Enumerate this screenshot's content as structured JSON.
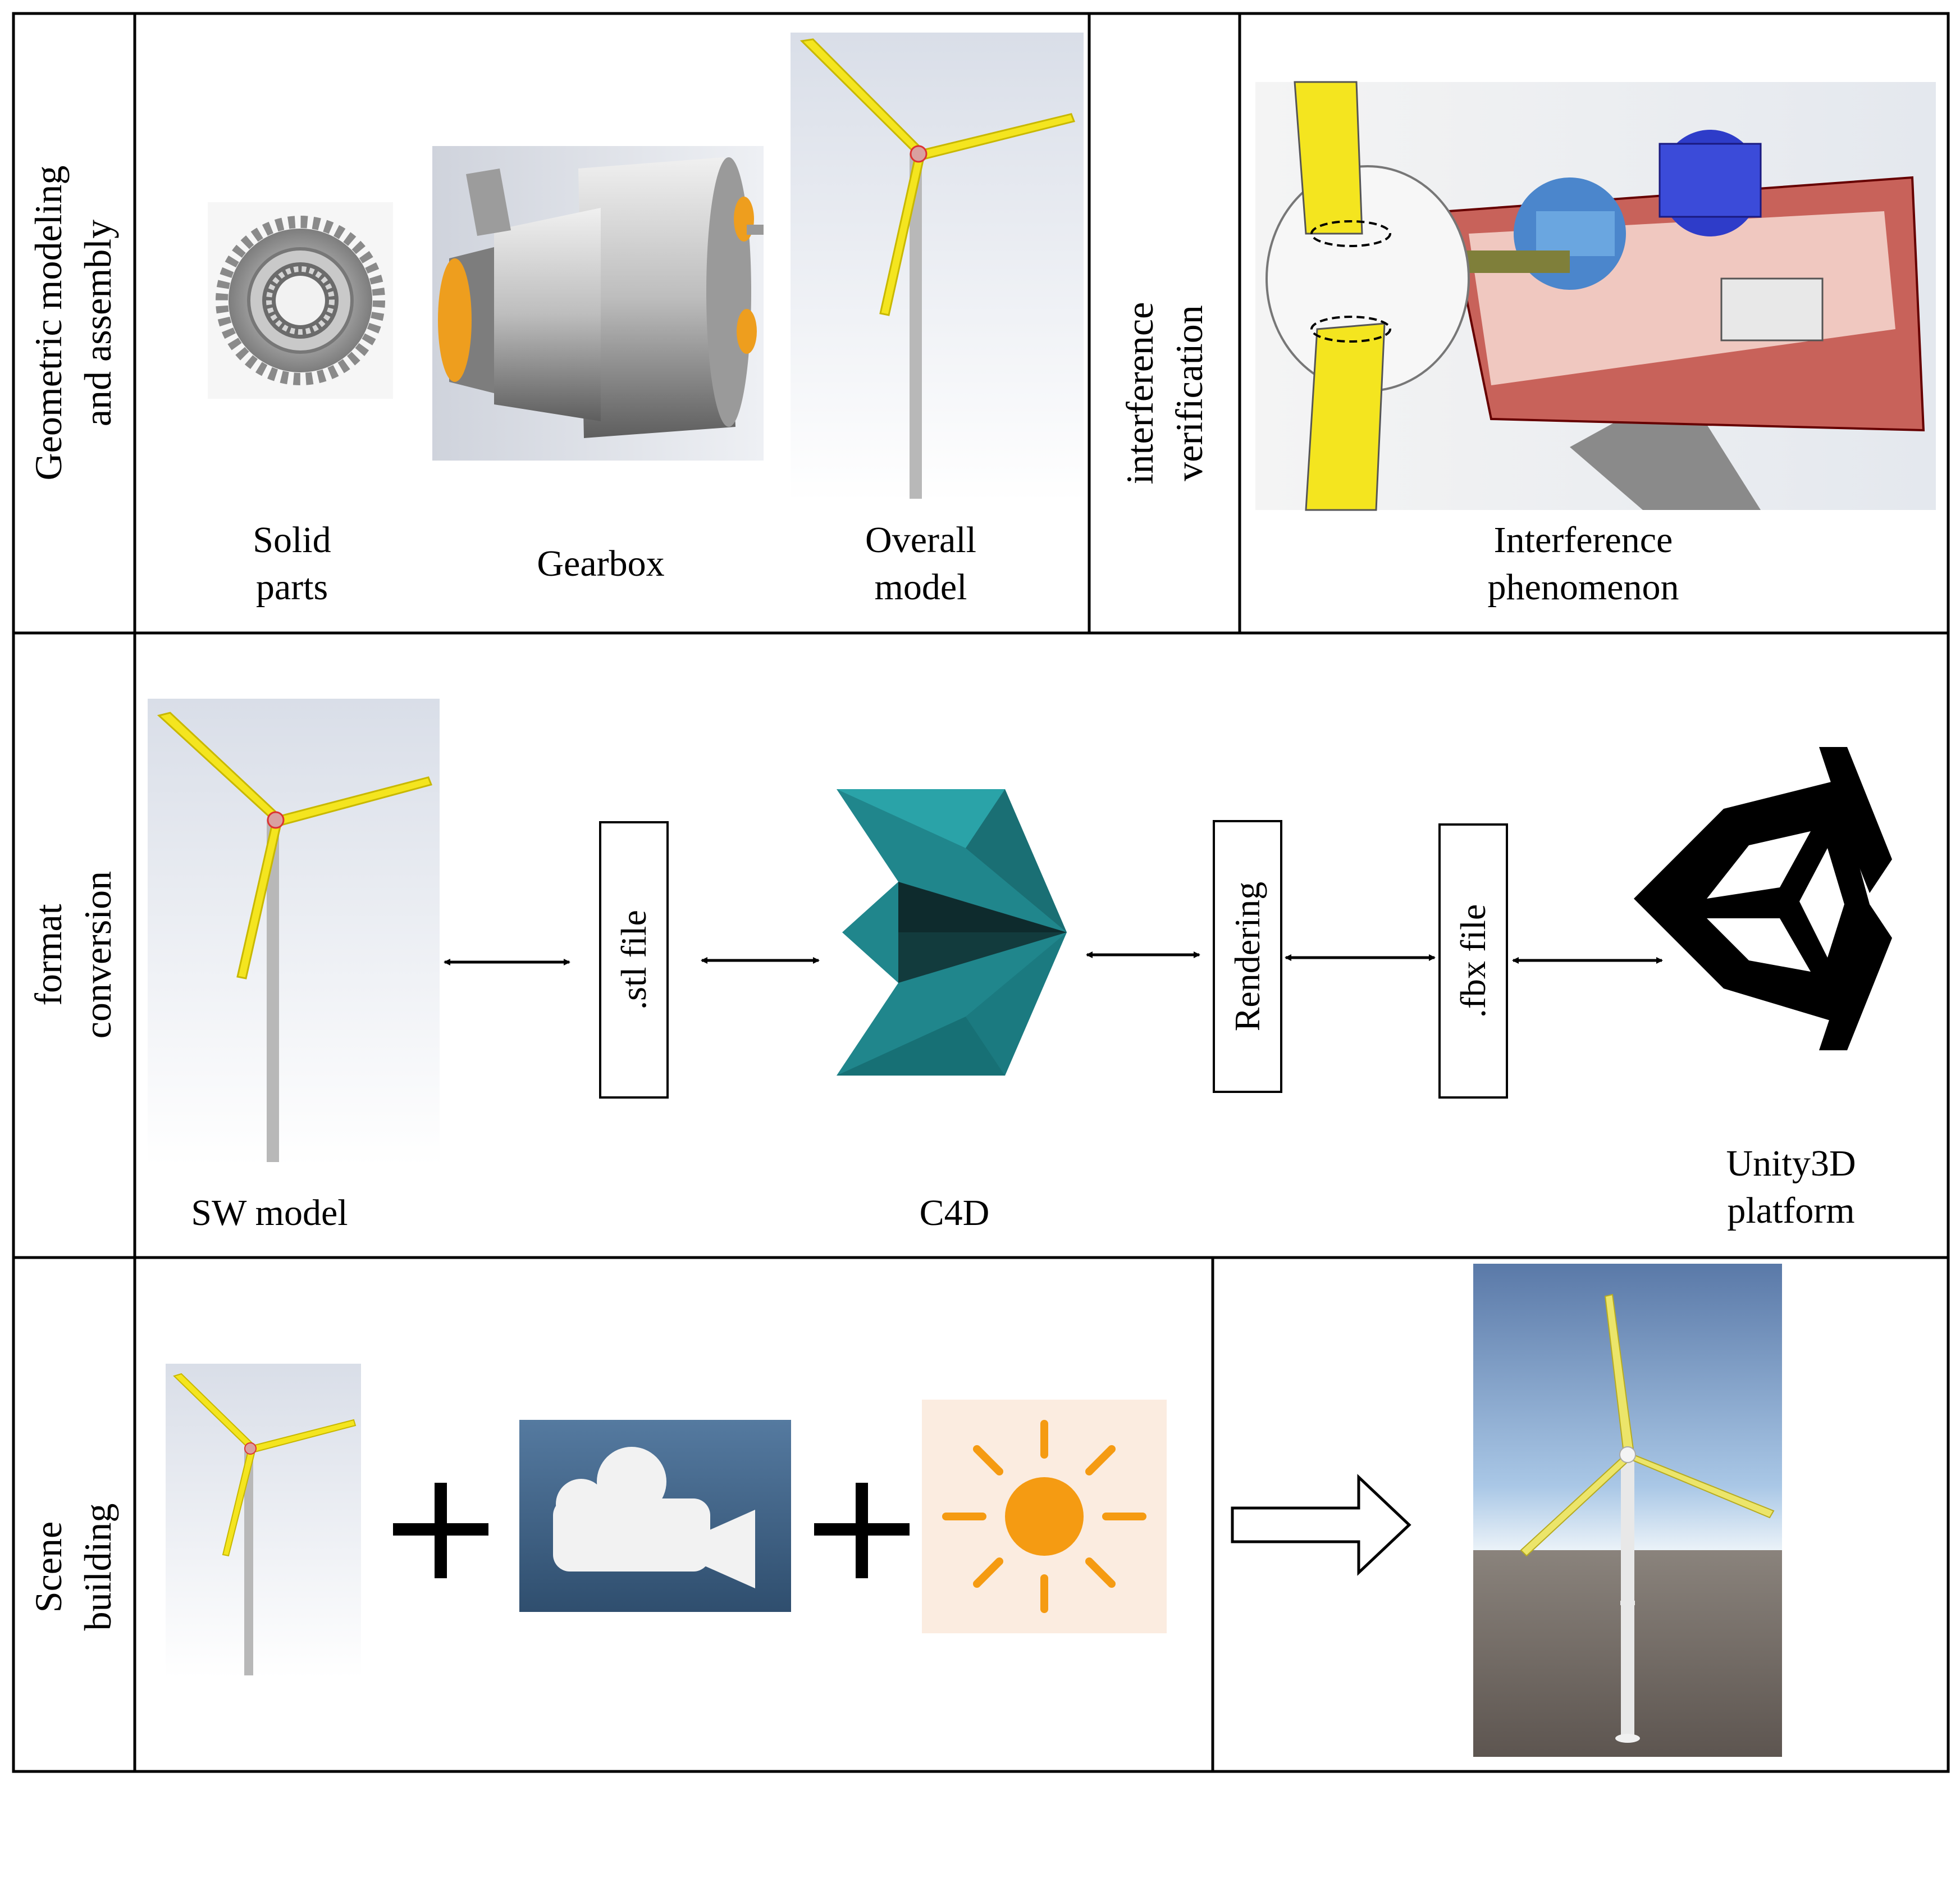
{
  "rows": {
    "geometric": {
      "label_lines": [
        "Geometric modeling",
        "and assembly"
      ],
      "items": [
        {
          "label_lines": [
            "Solid",
            "parts"
          ]
        },
        {
          "label_lines": [
            "Gearbox"
          ]
        },
        {
          "label_lines": [
            "Overall",
            "model"
          ]
        }
      ],
      "interference": {
        "label_lines": [
          "interference",
          "verification"
        ],
        "caption_lines": [
          "Interference",
          "phenomenon"
        ]
      }
    },
    "format": {
      "label_lines": [
        "format",
        "conversion"
      ],
      "sw_caption": "SW model",
      "stl_box": ".stl file",
      "c4d_caption": "C4D",
      "rendering_box": "Rendering",
      "fbx_box": ".fbx file",
      "unity_caption_lines": [
        "Unity3D",
        "platform"
      ]
    },
    "scene": {
      "label_lines": [
        "Scene",
        "building"
      ]
    }
  },
  "icons": [
    "gear-icon",
    "gearbox-icon",
    "wind-turbine-icon",
    "nacelle-icon",
    "c4d-logo-icon",
    "unity-logo-icon",
    "camera-icon",
    "sun-icon",
    "plus-icon",
    "hollow-arrow-icon",
    "double-arrow-icon"
  ],
  "colors": {
    "blade_yellow": "#f4e51f",
    "nacelle_red": "#c8625a",
    "c4d_teal": "#20868c",
    "camera_bg": "#3f6386",
    "sun_orange": "#f59b12",
    "sky_blue": "#8fb6e0",
    "ground_gray": "#6a625d"
  }
}
